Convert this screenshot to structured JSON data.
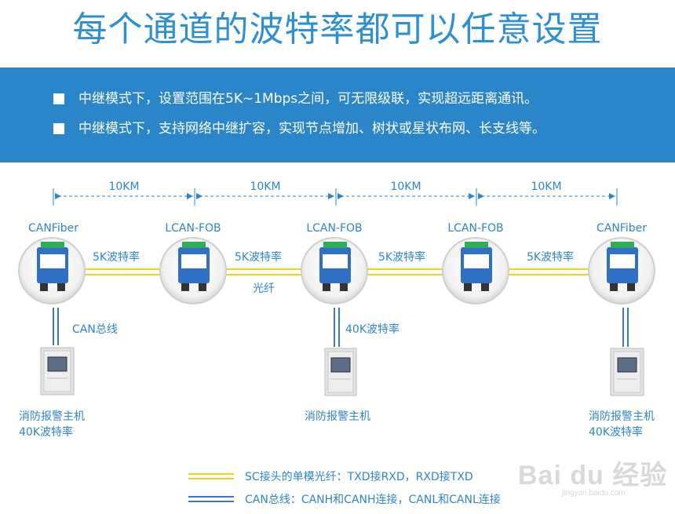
{
  "title": "每个通道的波特率都可以任意设置",
  "bullets": [
    "中继模式下，设置范围在5K~1Mbps之间，可无限级联，实现超远距离通讯。",
    "中继模式下，支持网络中继扩容，实现节点增加、树状或星状布网、长支线等。"
  ],
  "distances": [
    "10KM",
    "10KM",
    "10KM",
    "10KM"
  ],
  "devices": [
    "CANFiber",
    "LCAN-FOB",
    "LCAN-FOB",
    "LCAN-FOB",
    "CANFiber"
  ],
  "fiber_rates": [
    "5K波特率",
    "5K波特率",
    "5K波特率",
    "5K波特率"
  ],
  "fiber_label": "光纤",
  "can_bus_label": "CAN总线",
  "middle_can_rate": "40K波特率",
  "panels": {
    "left_name": "消防报警主机",
    "left_rate": "40K波特率",
    "middle_name": "消防报警主机",
    "right_name": "消防报警主机",
    "right_rate": "40K波特率"
  },
  "legend": {
    "fiber": "SC接头的单模光纤：TXD接RXD，RXD接TXD",
    "can": "CAN总线：CANH和CANH连接，CANL和CANL连接"
  },
  "watermark": {
    "text": "Bai du 经验",
    "url": "jingyan.baidu.com"
  },
  "colors": {
    "title": "#2e8fd1",
    "banner": "#2a86c8",
    "fiber": "#f3d31a",
    "can_bus": "#3a78c2",
    "label": "#2e86c8"
  }
}
